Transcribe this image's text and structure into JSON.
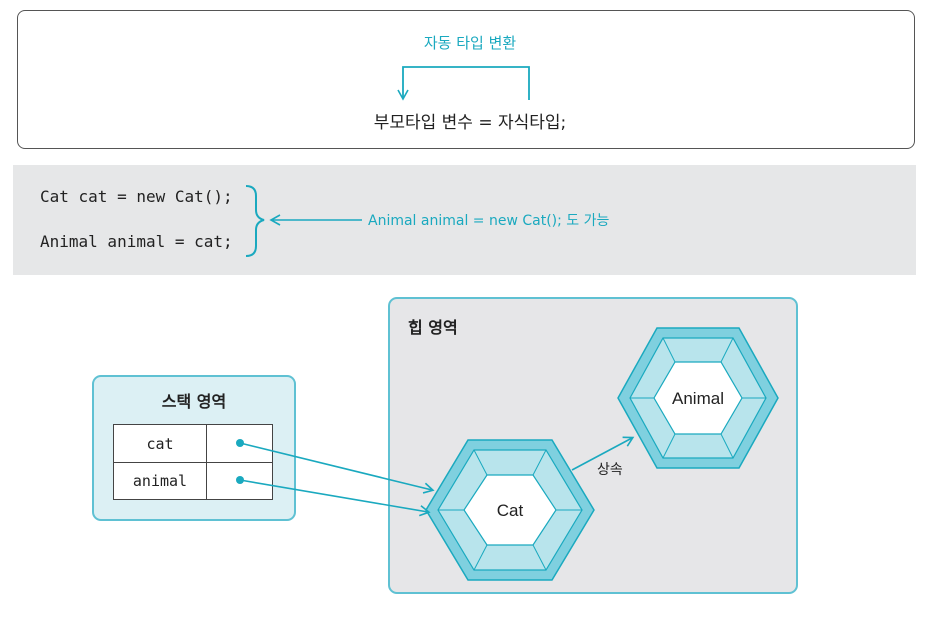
{
  "top": {
    "auto_conversion_label": "자동 타입 변환",
    "formula": "부모타입 변수 = 자식타입;"
  },
  "code": {
    "line1": "Cat cat = new Cat();",
    "line2": "Animal animal = cat;",
    "note": "Animal animal = new Cat(); 도 가능"
  },
  "stack": {
    "title": "스택 영역",
    "vars": [
      "cat",
      "animal"
    ]
  },
  "heap": {
    "title": "힙 영역",
    "objects": {
      "cat": "Cat",
      "animal": "Animal"
    },
    "inherit_label": "상속"
  },
  "colors": {
    "accent": "#1aa9bf",
    "hex_outer": "#7fd0df",
    "hex_ring": "#b8e4ec",
    "stack_fill": "#dcf0f4",
    "heap_fill": "#e6e6e8",
    "code_band": "#e6e7e8"
  }
}
